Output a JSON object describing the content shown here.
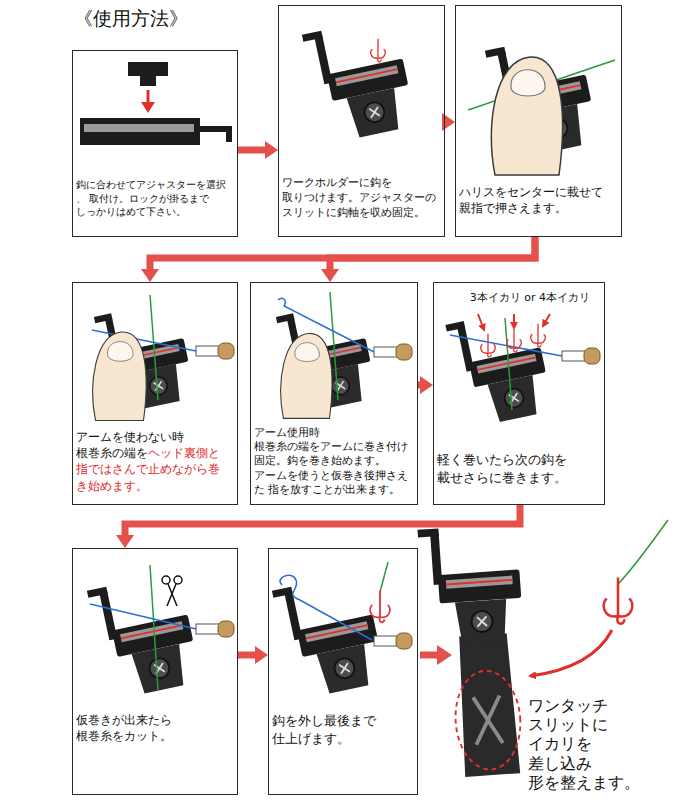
{
  "diagram": {
    "title": "《使用方法》",
    "nodes": [
      {
        "text": [
          "鈎に合わせてアジャスターを選択、 取付け。ロックが掛るまで しっかりはめて下さい。"
        ]
      },
      {
        "text": [
          "ワークホルダーに鈎を 取りつけます。アジャスターの スリットに鈎軸を収め固定。"
        ]
      },
      {
        "text": [
          "ハリスをセンターに載せて 親指で押さえます。"
        ]
      },
      {
        "text": [
          "アームを使わない時",
          "根巻糸の端を",
          "ヘッド裏側と 指ではさんで止めながら巻 き始めます。"
        ]
      },
      {
        "text": [
          "アーム使用時",
          "根巻糸の端をアームに巻き付け 固定。鈎を巻き始めます。 アームを使うと仮巻き後押さえた 指を放すことが出来ます。"
        ]
      },
      {
        "text": [
          "3本イカリ or 4本イカリ",
          "軽く巻いたら次の鈎を 載せさらに巻きます。"
        ]
      },
      {
        "text": [
          "仮巻きが出来たら 根巻糸をカット。"
        ]
      },
      {
        "text": [
          "鈎を外し最後まで 仕上げます。"
        ]
      }
    ],
    "edges": [
      {
        "from": 0,
        "to": 1,
        "arrow": "to"
      },
      {
        "from": 1,
        "to": 2,
        "arrow": "to"
      },
      {
        "from": 2,
        "to": 3,
        "arrow": "to"
      },
      {
        "from": 2,
        "to": 4,
        "arrow": "to"
      },
      {
        "from": 4,
        "to": 5,
        "arrow": "to"
      },
      {
        "from": 5,
        "to": 6,
        "arrow": "to"
      },
      {
        "from": 6,
        "to": 7,
        "arrow": "to"
      }
    ],
    "labels": [
      "ワンタッチ スリットに イカリを 差し込み 形を整えます。"
    ]
  }
}
